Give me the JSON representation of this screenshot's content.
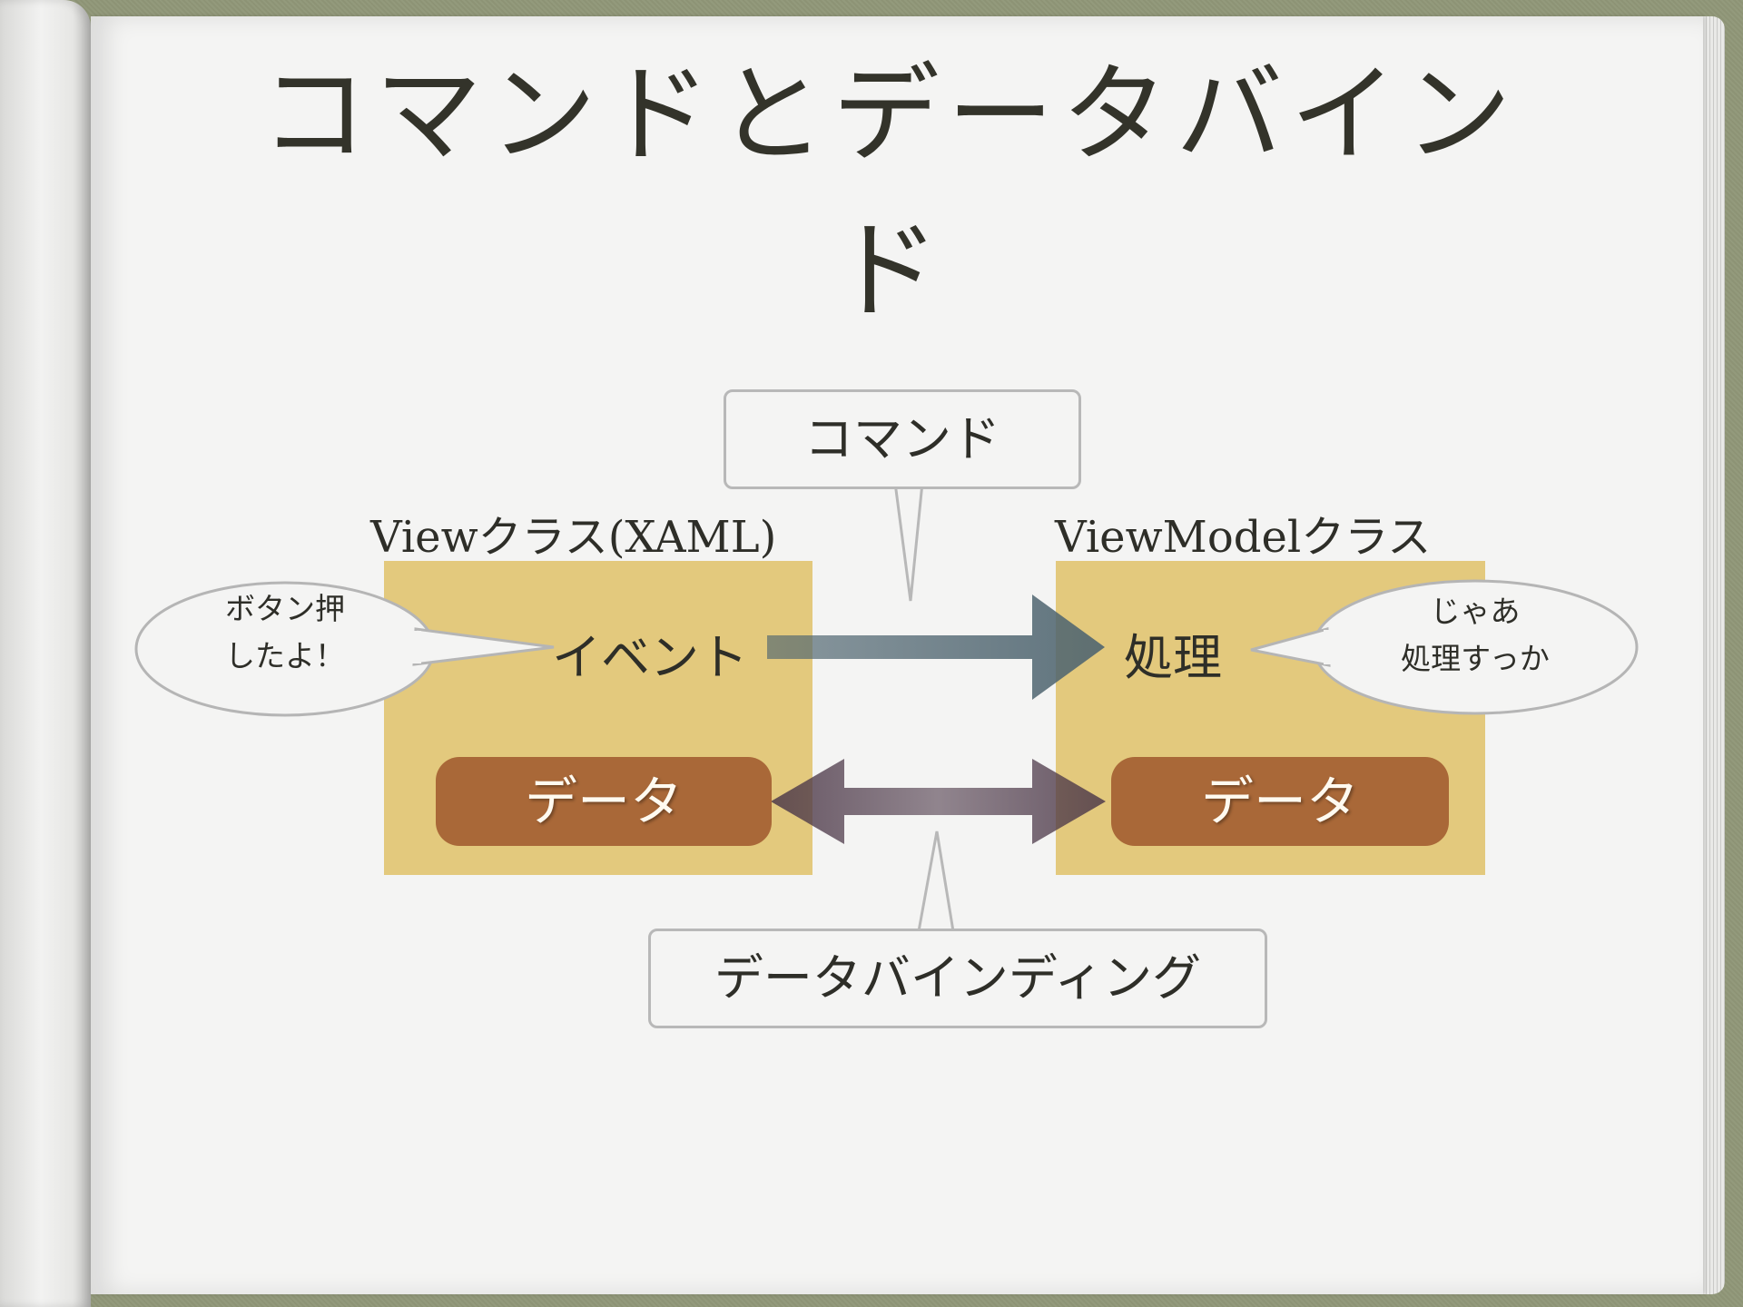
{
  "slide": {
    "title": "コマンドとデータバインド"
  },
  "view_box": {
    "label": "Viewクラス(XAML)",
    "event_text": "イベント",
    "data_label": "データ"
  },
  "viewmodel_box": {
    "label": "ViewModelクラス",
    "process_text": "処理",
    "data_label": "データ"
  },
  "callouts": {
    "command": "コマンド",
    "data_binding": "データバインディング"
  },
  "bubbles": {
    "left_line1": "ボタン押",
    "left_line2": "したよ！",
    "right_line1": "じゃあ",
    "right_line2": "処理すっか"
  },
  "colors": {
    "class_box": "#e3c97d",
    "data_pill": "#a96838",
    "command_arrow": "#4f6570",
    "binding_arrow": "#4e3a4a"
  }
}
